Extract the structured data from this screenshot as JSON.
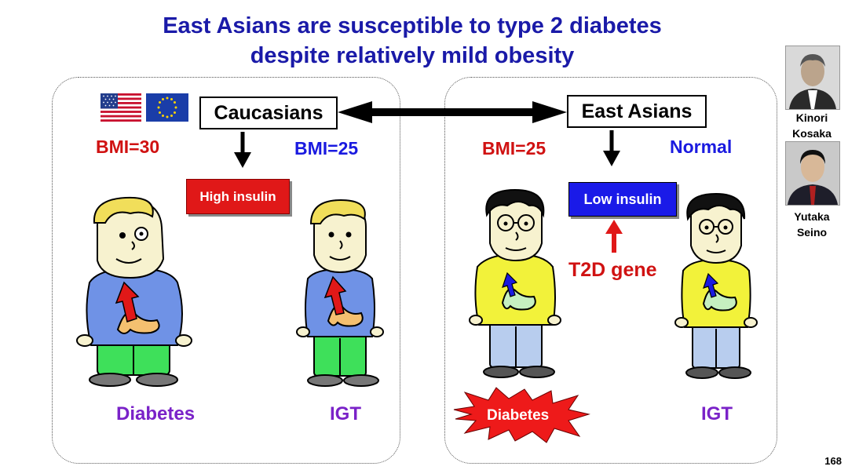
{
  "slide": {
    "title_line1": "East Asians are susceptible to type 2 diabetes",
    "title_line2": "despite relatively mild obesity",
    "page_number": "168"
  },
  "left_panel": {
    "group_label": "Caucasians",
    "bmi_obese": "BMI=30",
    "bmi_mild": "BMI=25",
    "insulin_label": "High insulin",
    "outcome_obese": "Diabetes",
    "outcome_mild": "IGT"
  },
  "right_panel": {
    "group_label": "East Asians",
    "bmi_obese": "BMI=25",
    "bmi_normal": "Normal",
    "insulin_label": "Low insulin",
    "gene_label": "T2D gene",
    "outcome_obese": "Diabetes",
    "outcome_normal": "IGT"
  },
  "portraits": [
    {
      "first": "Kinori",
      "last": "Kosaka"
    },
    {
      "first": "Yutaka",
      "last": "Seino"
    }
  ],
  "colors": {
    "title": "#1a1aa8",
    "red": "#d01212",
    "blue": "#1a1ae0",
    "purple": "#7a22c8",
    "shirt_caucasian": "#6f92e6",
    "shirt_asian": "#f2f23a"
  }
}
